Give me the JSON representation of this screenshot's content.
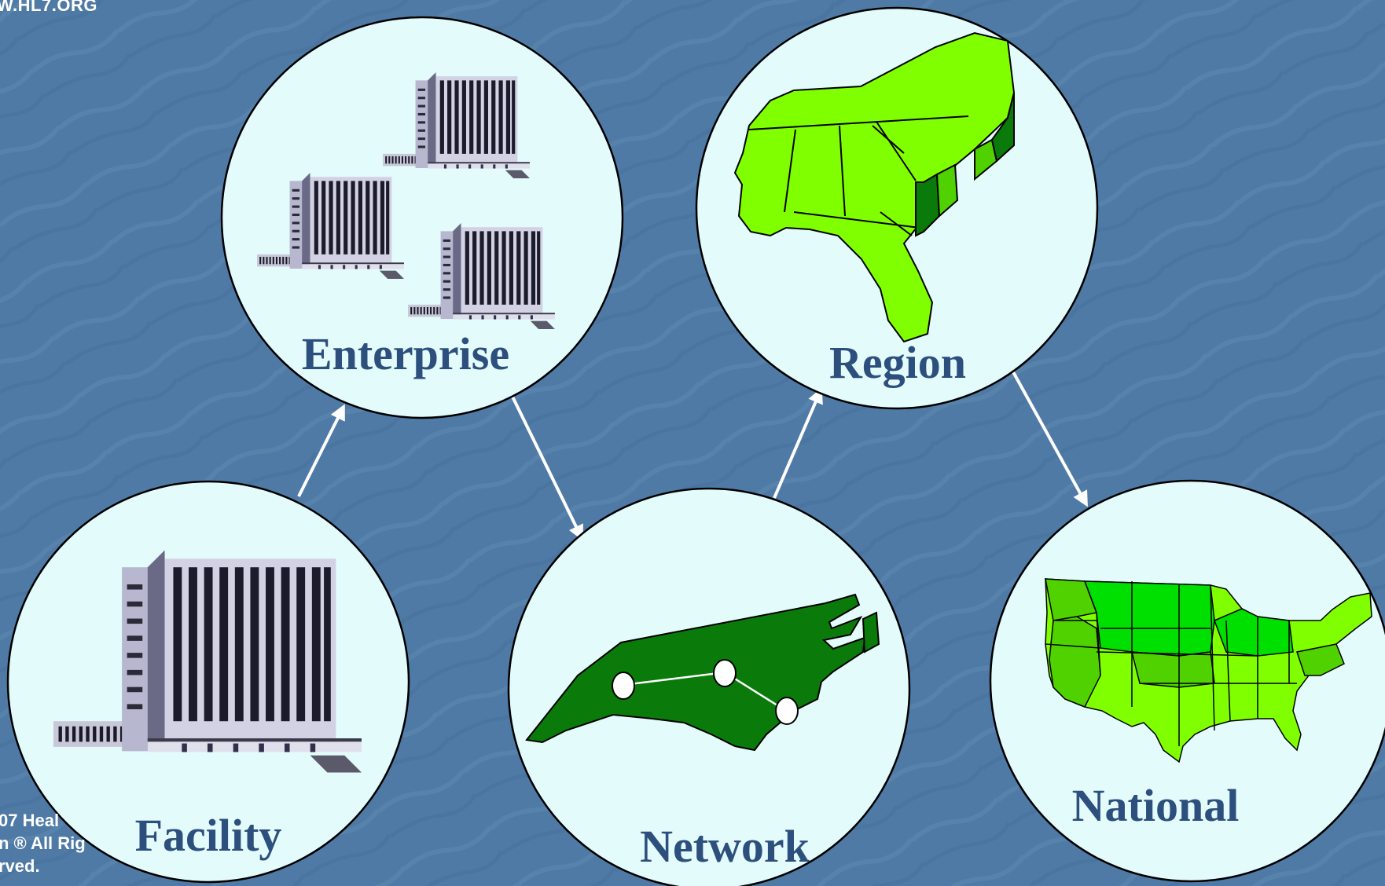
{
  "header": {
    "site": "W.HL7.ORG"
  },
  "footer": {
    "line1": "07 Heal",
    "line2": "n ® All Rig",
    "line3": "rved."
  },
  "nodes": {
    "facility": {
      "label": "Facility"
    },
    "enterprise": {
      "label": "Enterprise"
    },
    "network": {
      "label": "Network"
    },
    "region": {
      "label": "Region"
    },
    "national": {
      "label": "National"
    }
  },
  "colors": {
    "background": "#4f7aa5",
    "circle_fill": "#e3fbfb",
    "label": "#2d4f7d",
    "arrow": "#ffffff",
    "map_light": "#7fff00",
    "map_mid": "#4fd200",
    "map_dark": "#0a7a0a",
    "building": "#8c8ca6"
  },
  "arrows": [
    {
      "from": "facility",
      "to": "enterprise"
    },
    {
      "from": "enterprise",
      "to": "network"
    },
    {
      "from": "network",
      "to": "region"
    },
    {
      "from": "region",
      "to": "national"
    }
  ]
}
